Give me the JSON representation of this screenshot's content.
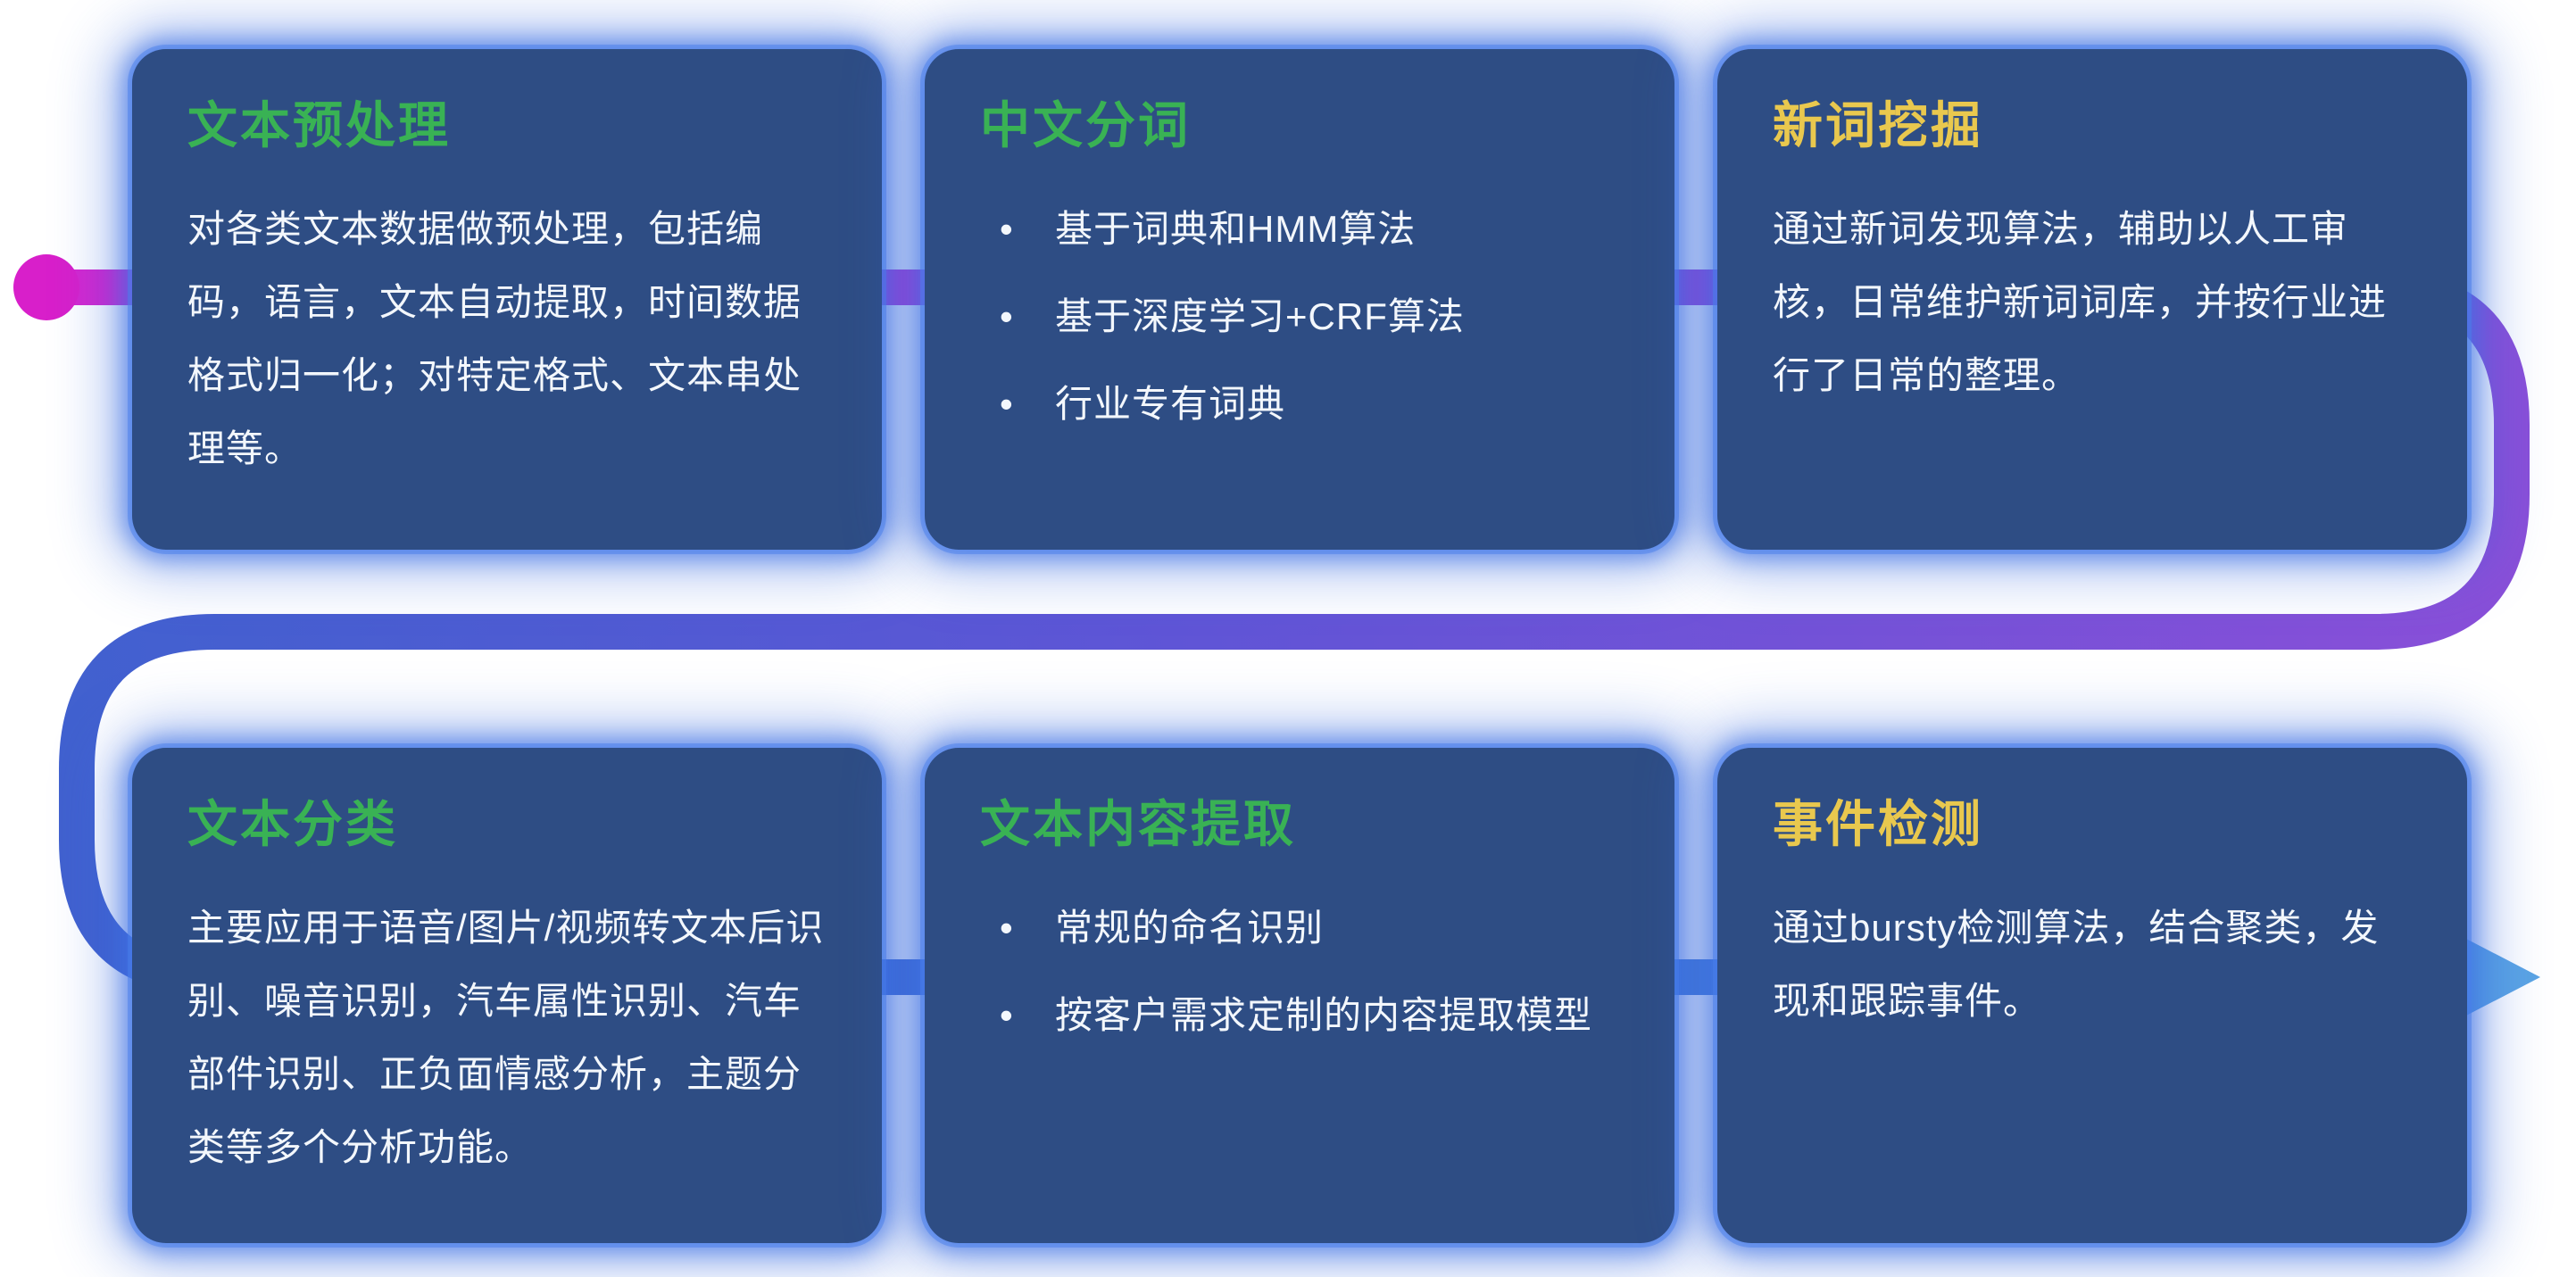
{
  "page": {
    "background": "#ffffff",
    "description": "NLP text-processing capability flow diagram with six cards connected by a snaking gradient line"
  },
  "colors": {
    "card_background": "#2e4d84",
    "card_glow": "#3e72e4",
    "title_green": "#39b254",
    "title_yellow": "#e9c84e",
    "body_text": "#f3f7fc",
    "flow_magenta": "#d725cf",
    "flow_purple": "#8a4fd8",
    "flow_blue": "#4161cf",
    "flow_light_blue": "#57a0e2"
  },
  "flow": {
    "start_marker": "magenta-dot",
    "end_marker": "right-arrow"
  },
  "cards": [
    {
      "title": "文本预处理",
      "accent": "green",
      "body": "对各类文本数据做预处理，包括编码，语言，文本自动提取，时间数据格式归一化；对特定格式、文本串处理等。"
    },
    {
      "title": "中文分词",
      "accent": "green",
      "bullets": [
        "基于词典和HMM算法",
        "基于深度学习+CRF算法",
        "行业专有词典"
      ]
    },
    {
      "title": "新词挖掘",
      "accent": "yellow",
      "body": "通过新词发现算法，辅助以人工审核，日常维护新词词库，并按行业进行了日常的整理。"
    },
    {
      "title": "文本分类",
      "accent": "green",
      "body": "主要应用于语音/图片/视频转文本后识别、噪音识别，汽车属性识别、汽车部件识别、正负面情感分析，主题分类等多个分析功能。"
    },
    {
      "title": "文本内容提取",
      "accent": "green",
      "bullets": [
        "常规的命名识别",
        "按客户需求定制的内容提取模型"
      ]
    },
    {
      "title": "事件检测",
      "accent": "yellow",
      "body": "通过bursty检测算法，结合聚类，发现和跟踪事件。"
    }
  ]
}
